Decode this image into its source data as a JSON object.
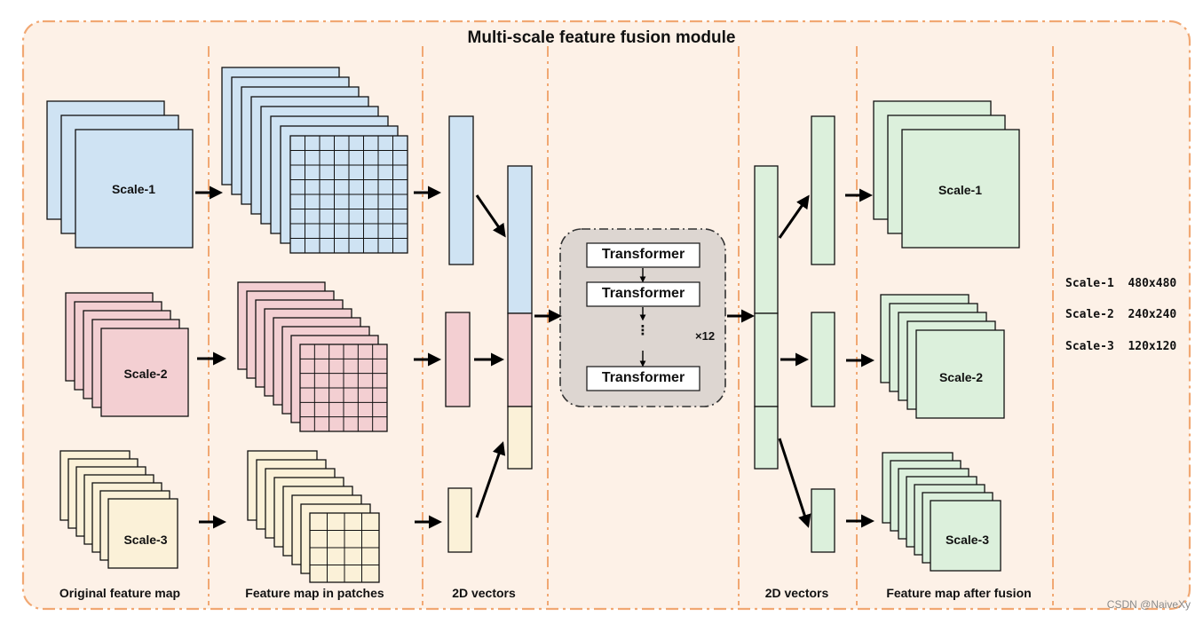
{
  "diagram": {
    "title": "Multi-scale feature fusion module",
    "column_labels": {
      "original": "Original feature map",
      "patches": "Feature map in patches",
      "vectors_in": "2D vectors",
      "vectors_out": "2D vectors",
      "fused": "Feature map after fusion"
    },
    "scales": [
      {
        "name": "Scale-1",
        "color": "#cfe3f3"
      },
      {
        "name": "Scale-2",
        "color": "#f3cfd2"
      },
      {
        "name": "Scale-3",
        "color": "#fbf1d8"
      }
    ],
    "fused_color": "#dcf0dc",
    "transformer": {
      "blocks": [
        "Transformer",
        "Transformer",
        "Transformer"
      ],
      "repeat_label": "×12",
      "ellipsis": "⋮"
    },
    "legend": [
      {
        "name": "Scale-1",
        "size": "480x480"
      },
      {
        "name": "Scale-2",
        "size": "240x240"
      },
      {
        "name": "Scale-3",
        "size": "120x120"
      }
    ],
    "watermark": "CSDN @NaiveXy"
  }
}
